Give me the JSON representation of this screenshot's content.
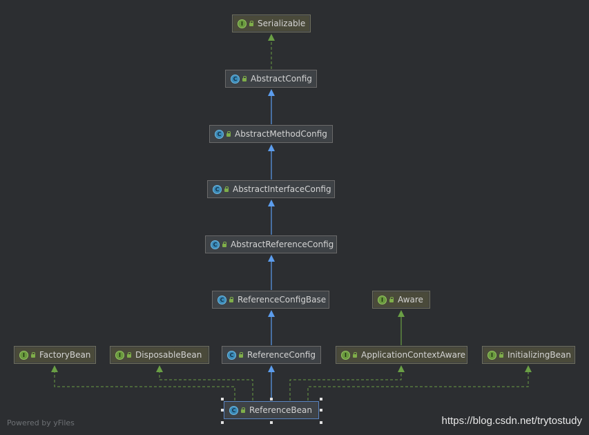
{
  "nodes": {
    "serializable": {
      "label": "Serializable",
      "kind": "interface",
      "badge": "I"
    },
    "abstract_config": {
      "label": "AbstractConfig",
      "kind": "class",
      "badge": "C"
    },
    "abstract_method_config": {
      "label": "AbstractMethodConfig",
      "kind": "class",
      "badge": "C"
    },
    "abstract_interface_config": {
      "label": "AbstractInterfaceConfig",
      "kind": "class",
      "badge": "C"
    },
    "abstract_reference_config": {
      "label": "AbstractReferenceConfig",
      "kind": "class",
      "badge": "C"
    },
    "reference_config_base": {
      "label": "ReferenceConfigBase",
      "kind": "class",
      "badge": "C"
    },
    "aware": {
      "label": "Aware",
      "kind": "interface",
      "badge": "I"
    },
    "factory_bean": {
      "label": "FactoryBean",
      "kind": "interface",
      "badge": "I"
    },
    "disposable_bean": {
      "label": "DisposableBean",
      "kind": "interface",
      "badge": "I"
    },
    "reference_config": {
      "label": "ReferenceConfig",
      "kind": "class",
      "badge": "C"
    },
    "application_context_aware": {
      "label": "ApplicationContextAware",
      "kind": "interface",
      "badge": "I"
    },
    "initializing_bean": {
      "label": "InitializingBean",
      "kind": "interface",
      "badge": "I"
    },
    "reference_bean": {
      "label": "ReferenceBean",
      "kind": "class",
      "badge": "C"
    }
  },
  "colors": {
    "extends_arrow": "#5c9ded",
    "implements_arrow": "#6a9f45",
    "background": "#2c2e31"
  },
  "footer": {
    "powered_by": "Powered by yFiles",
    "watermark": "https://blog.csdn.net/trytostudy"
  }
}
